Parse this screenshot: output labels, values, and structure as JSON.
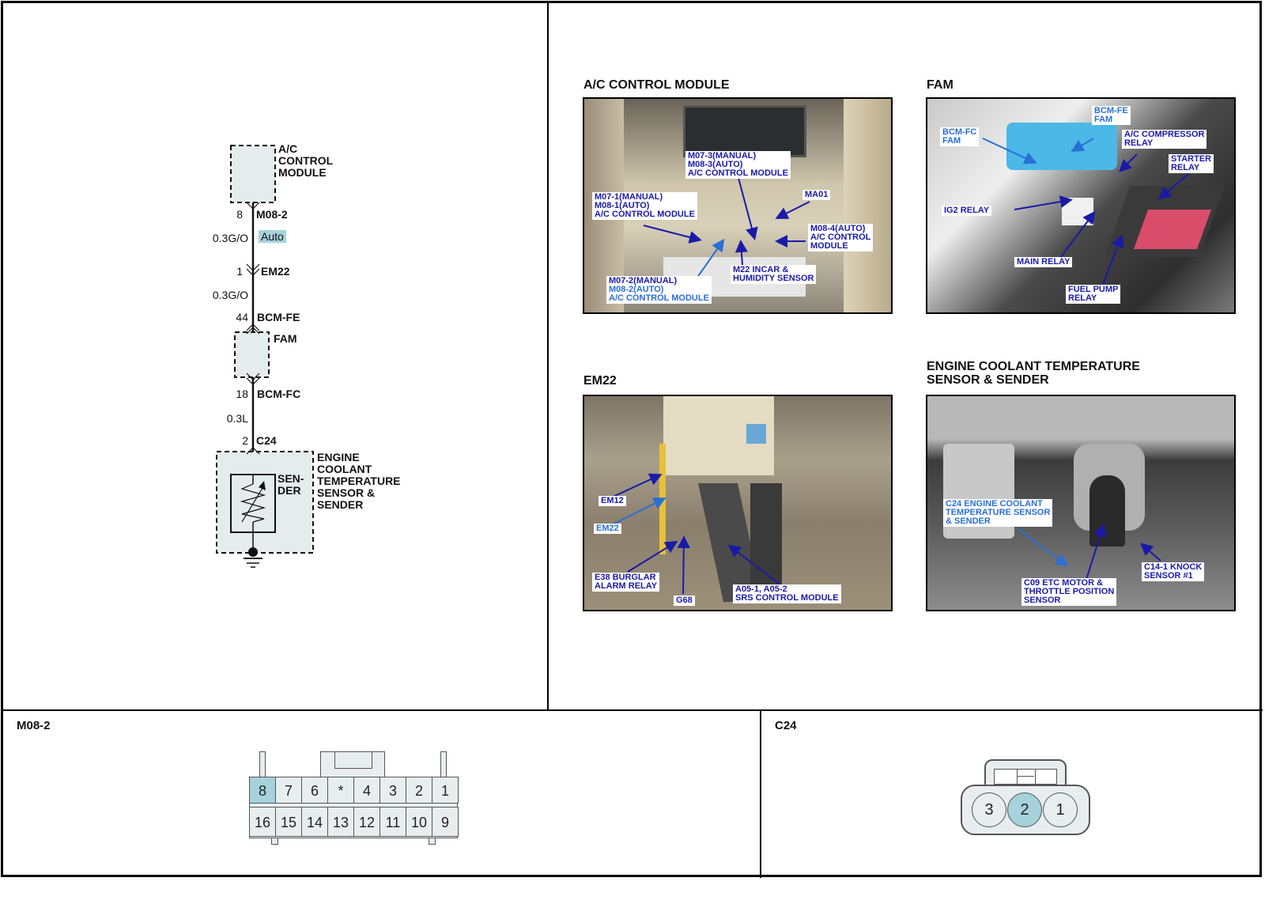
{
  "schematic": {
    "components": {
      "ac_module": [
        "A/C",
        "CONTROL",
        "MODULE"
      ],
      "fam": "FAM",
      "sensor": [
        "ENGINE",
        "COOLANT",
        "TEMPERATURE",
        "SENSOR &",
        "SENDER"
      ],
      "sender_label": [
        "SEN-",
        "DER"
      ]
    },
    "connectors": [
      {
        "pin": "8",
        "name": "M08-2"
      },
      {
        "pin": "1",
        "name": "EM22"
      },
      {
        "pin": "44",
        "name": "BCM-FE"
      },
      {
        "pin": "18",
        "name": "BCM-FC"
      },
      {
        "pin": "2",
        "name": "C24"
      }
    ],
    "wires": [
      "0.3G/O",
      "0.3G/O",
      "0.3L"
    ],
    "badge": "Auto"
  },
  "photos": [
    {
      "title": "A/C CONTROL MODULE",
      "callouts": [
        {
          "lines": [
            "M07-3(MANUAL)",
            "M08-3(AUTO)",
            "A/C CONTROL MODULE"
          ],
          "highlight": []
        },
        {
          "lines": [
            "M07-1(MANUAL)",
            "M08-1(AUTO)",
            "A/C CONTROL MODULE"
          ],
          "highlight": []
        },
        {
          "lines": [
            "MA01"
          ],
          "highlight": []
        },
        {
          "lines": [
            "M08-4(AUTO)",
            "A/C CONTROL",
            "MODULE"
          ],
          "highlight": []
        },
        {
          "lines": [
            "M22 INCAR &",
            "HUMIDITY SENSOR"
          ],
          "highlight": []
        },
        {
          "lines": [
            "M07-2(MANUAL)",
            "M08-2(AUTO)",
            "A/C CONTROL MODULE"
          ],
          "highlight": [
            1,
            2
          ]
        }
      ]
    },
    {
      "title": "FAM",
      "callouts": [
        {
          "lines": [
            "BCM-FE",
            "FAM"
          ],
          "highlight": [
            0,
            1
          ]
        },
        {
          "lines": [
            "BCM-FC",
            "FAM"
          ],
          "highlight": [
            0,
            1
          ]
        },
        {
          "lines": [
            "A/C COMPRESSOR",
            "RELAY"
          ],
          "highlight": []
        },
        {
          "lines": [
            "STARTER",
            "RELAY"
          ],
          "highlight": []
        },
        {
          "lines": [
            "IG2 RELAY"
          ],
          "highlight": []
        },
        {
          "lines": [
            "MAIN RELAY"
          ],
          "highlight": []
        },
        {
          "lines": [
            "FUEL PUMP",
            "RELAY"
          ],
          "highlight": []
        }
      ]
    },
    {
      "title": "EM22",
      "callouts": [
        {
          "lines": [
            "EM12"
          ],
          "highlight": []
        },
        {
          "lines": [
            "EM22"
          ],
          "highlight": [
            0
          ]
        },
        {
          "lines": [
            "E38 BURGLAR",
            "ALARM RELAY"
          ],
          "highlight": []
        },
        {
          "lines": [
            "G68"
          ],
          "highlight": []
        },
        {
          "lines": [
            "A05-1, A05-2",
            "SRS CONTROL MODULE"
          ],
          "highlight": []
        }
      ]
    },
    {
      "title": "ENGINE COOLANT TEMPERATURE\nSENSOR & SENDER",
      "callouts": [
        {
          "lines": [
            "C24 ENGINE COOLANT",
            "TEMPERATURE SENSOR",
            "& SENDER"
          ],
          "highlight": [
            0,
            1,
            2
          ]
        },
        {
          "lines": [
            "C09 ETC MOTOR &",
            "THROTTLE POSITION",
            "SENSOR"
          ],
          "highlight": []
        },
        {
          "lines": [
            "C14-1 KNOCK",
            "SENSOR #1"
          ],
          "highlight": []
        }
      ]
    }
  ],
  "connector_views": [
    {
      "title": "M08-2",
      "rows": [
        [
          "8",
          "7",
          "6",
          "*",
          "4",
          "3",
          "2",
          "1"
        ],
        [
          "16",
          "15",
          "14",
          "13",
          "12",
          "11",
          "10",
          "9"
        ]
      ],
      "highlighted_pin": "8"
    },
    {
      "title": "C24",
      "rows": [
        [
          "3",
          "2",
          "1"
        ]
      ],
      "highlighted_pin": "2"
    }
  ],
  "colors": {
    "callout_dark": "#1a1aa8",
    "callout_highlight": "#2a6fd4",
    "pin_highlight": "#a6d2dc",
    "component_fill": "#e4eced"
  }
}
